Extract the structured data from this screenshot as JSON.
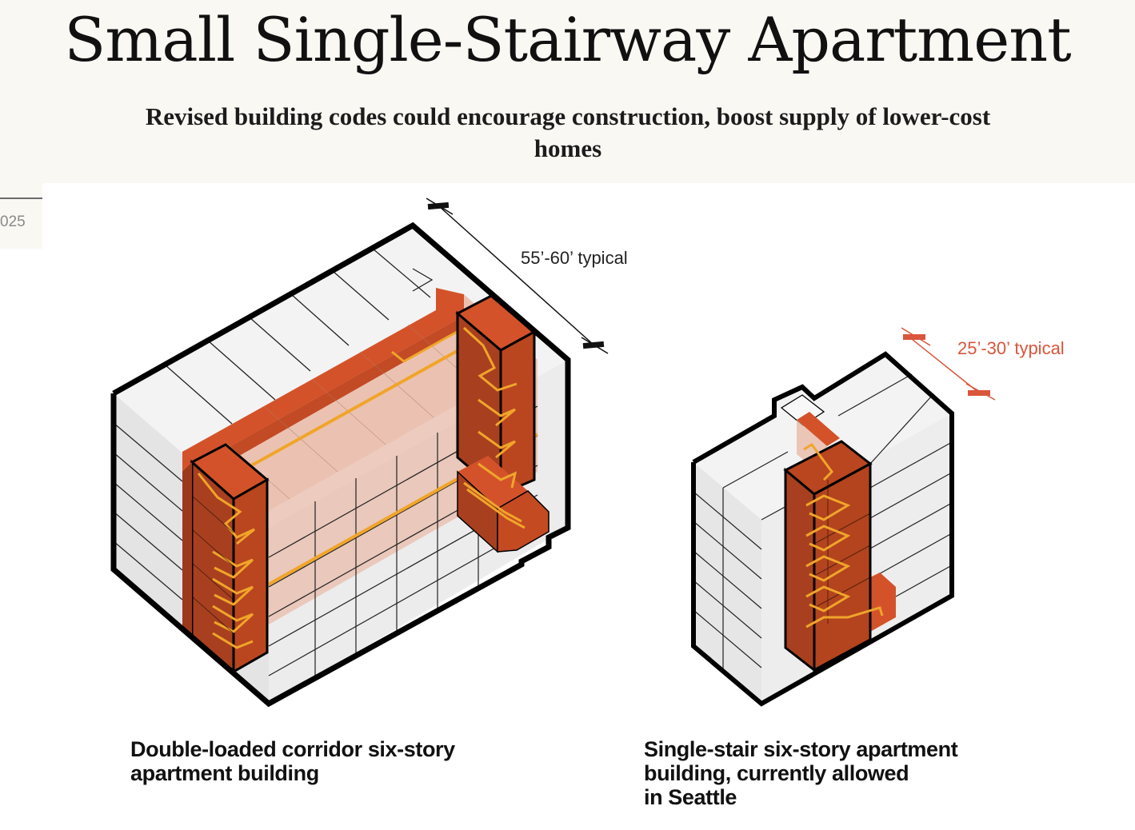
{
  "header": {
    "title": "Small Single-Stairway Apartment",
    "subtitle": "Revised building codes could encourage construction, boost supply of lower-cost homes"
  },
  "side_tab": {
    "year_fragment": "025"
  },
  "diagram": {
    "left_building": {
      "dimension_label": "55’-60’ typical",
      "caption_lines": [
        "Double-loaded corridor six-story",
        "apartment building"
      ],
      "stories": 6,
      "stairways": 2
    },
    "right_building": {
      "dimension_label": "25’-30’ typical",
      "caption_lines": [
        "Single-stair six-story apartment",
        "building, currently allowed",
        "in Seattle"
      ],
      "stories": 6,
      "stairways": 1
    },
    "colors": {
      "header_bg": "#f9f8f3",
      "stair_core": "#d4522a",
      "stair_core_dark": "#a8401f",
      "corridor_tint": "#e9b9a6",
      "stair_path": "#f0a52a",
      "outline": "#000000",
      "unit_face": "#f2f2f2",
      "dimension_red": "#d9553b"
    }
  }
}
